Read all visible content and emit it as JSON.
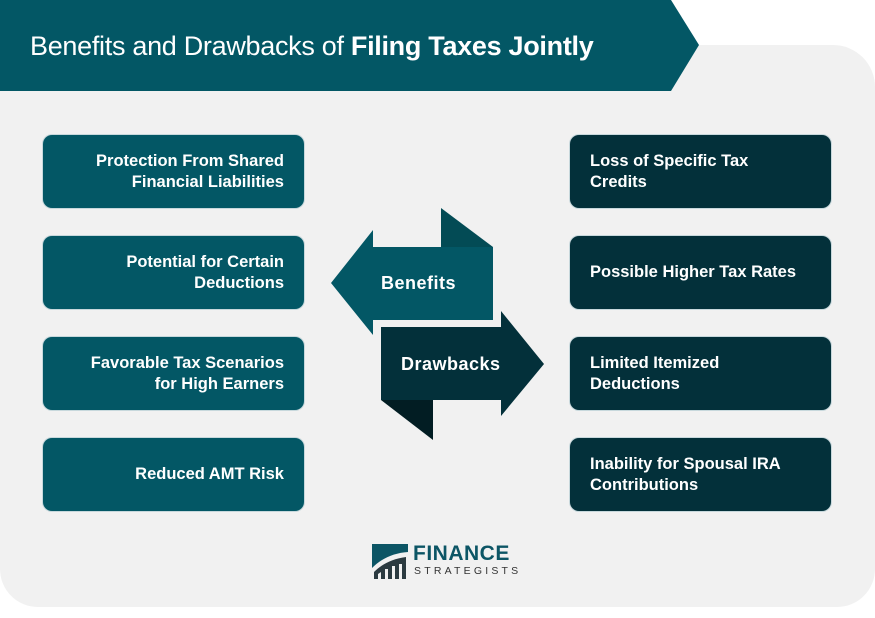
{
  "header": {
    "title_light": "Benefits and Drawbacks of ",
    "title_bold": "Filing Taxes Jointly"
  },
  "benefits": {
    "label": "Benefits",
    "items": [
      {
        "line1": "Protection From Shared",
        "line2": "Financial Liabilities"
      },
      {
        "line1": "Potential for Certain",
        "line2": "Deductions"
      },
      {
        "line1": "Favorable Tax Scenarios",
        "line2": "for High Earners"
      },
      {
        "line1": "Reduced AMT Risk",
        "line2": ""
      }
    ]
  },
  "drawbacks": {
    "label": "Drawbacks",
    "items": [
      {
        "line1": "Loss of Specific Tax",
        "line2": "Credits"
      },
      {
        "line1": "Possible Higher Tax Rates",
        "line2": ""
      },
      {
        "line1": "Limited Itemized",
        "line2": "Deductions"
      },
      {
        "line1": "Inability for Spousal IRA",
        "line2": "Contributions"
      }
    ]
  },
  "logo": {
    "word1": "FINANCE",
    "word2": "STRATEGISTS"
  },
  "colors": {
    "banner": "#035765",
    "benefit_box": "#035765",
    "drawback_box": "#03303a",
    "panel": "#f1f1f1"
  }
}
